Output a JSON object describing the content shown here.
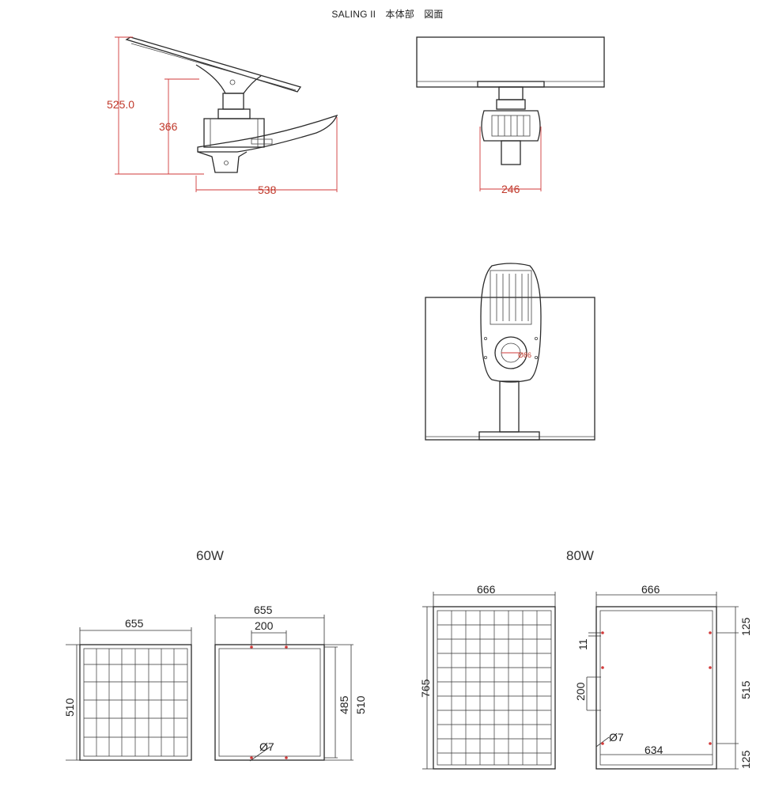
{
  "title": "SALING II　本体部　図面",
  "side_view": {
    "height_total": "525.0",
    "height_lamp": "366",
    "length": "538"
  },
  "front_view": {
    "width": "246"
  },
  "bottom_view": {
    "hole": "Ø86"
  },
  "panel_60w": {
    "label": "60W",
    "front_width": "655",
    "front_height": "510",
    "back_width": "655",
    "back_bracket": "200",
    "back_inner_height": "485",
    "back_height": "510",
    "hole": "Ø7"
  },
  "panel_80w": {
    "label": "80W",
    "front_width": "666",
    "front_height": "765",
    "back_width": "666",
    "back_gap": "11",
    "back_bracket": "200",
    "hole": "Ø7",
    "back_inner_width": "634",
    "back_top_offset": "125",
    "back_mid": "515",
    "back_bottom_offset": "125"
  }
}
